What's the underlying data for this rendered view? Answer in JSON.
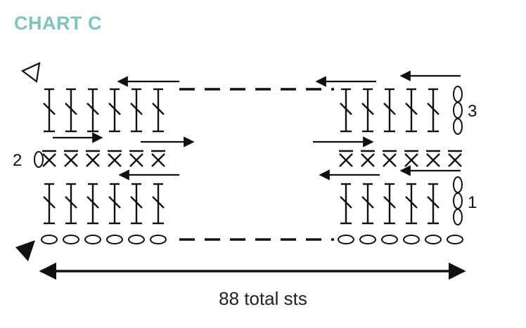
{
  "title": "CHART C",
  "total_label": "88 total sts",
  "row_labels": {
    "row1": "1",
    "row2": "2",
    "row3": "3"
  },
  "colors": {
    "title": "#7cc4c0",
    "ink": "#111111"
  },
  "symbols": {
    "start_marker": "filled-triangle",
    "end_marker": "open-triangle",
    "chain": "oval",
    "dc": "double-crochet",
    "sc": "single-crochet-x"
  }
}
